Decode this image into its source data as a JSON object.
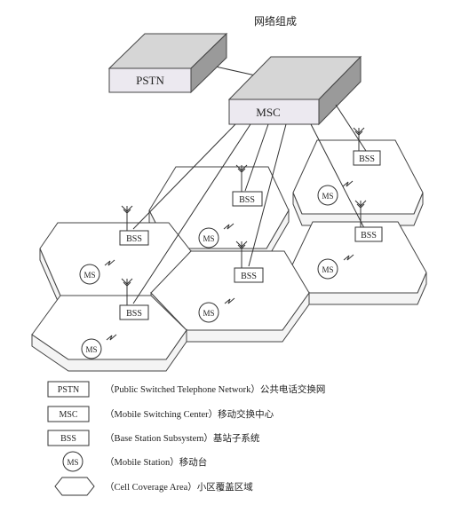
{
  "title": "网络组成",
  "blocks": {
    "pstn": "PSTN",
    "msc": "MSC"
  },
  "bss_label": "BSS",
  "ms_label": "MS",
  "legend": [
    {
      "key": "PSTN",
      "desc": "（Public Switched Telephone Network）公共电话交换网"
    },
    {
      "key": "MSC",
      "desc": "（Mobile Switching Center）移动交换中心"
    },
    {
      "key": "BSS",
      "desc": "（Base Station Subsystem）基站子系统"
    },
    {
      "key": "MS",
      "desc": "（Mobile Station）移动台"
    },
    {
      "key": "",
      "desc": "（Cell Coverage Area）小区覆盖区域"
    }
  ]
}
